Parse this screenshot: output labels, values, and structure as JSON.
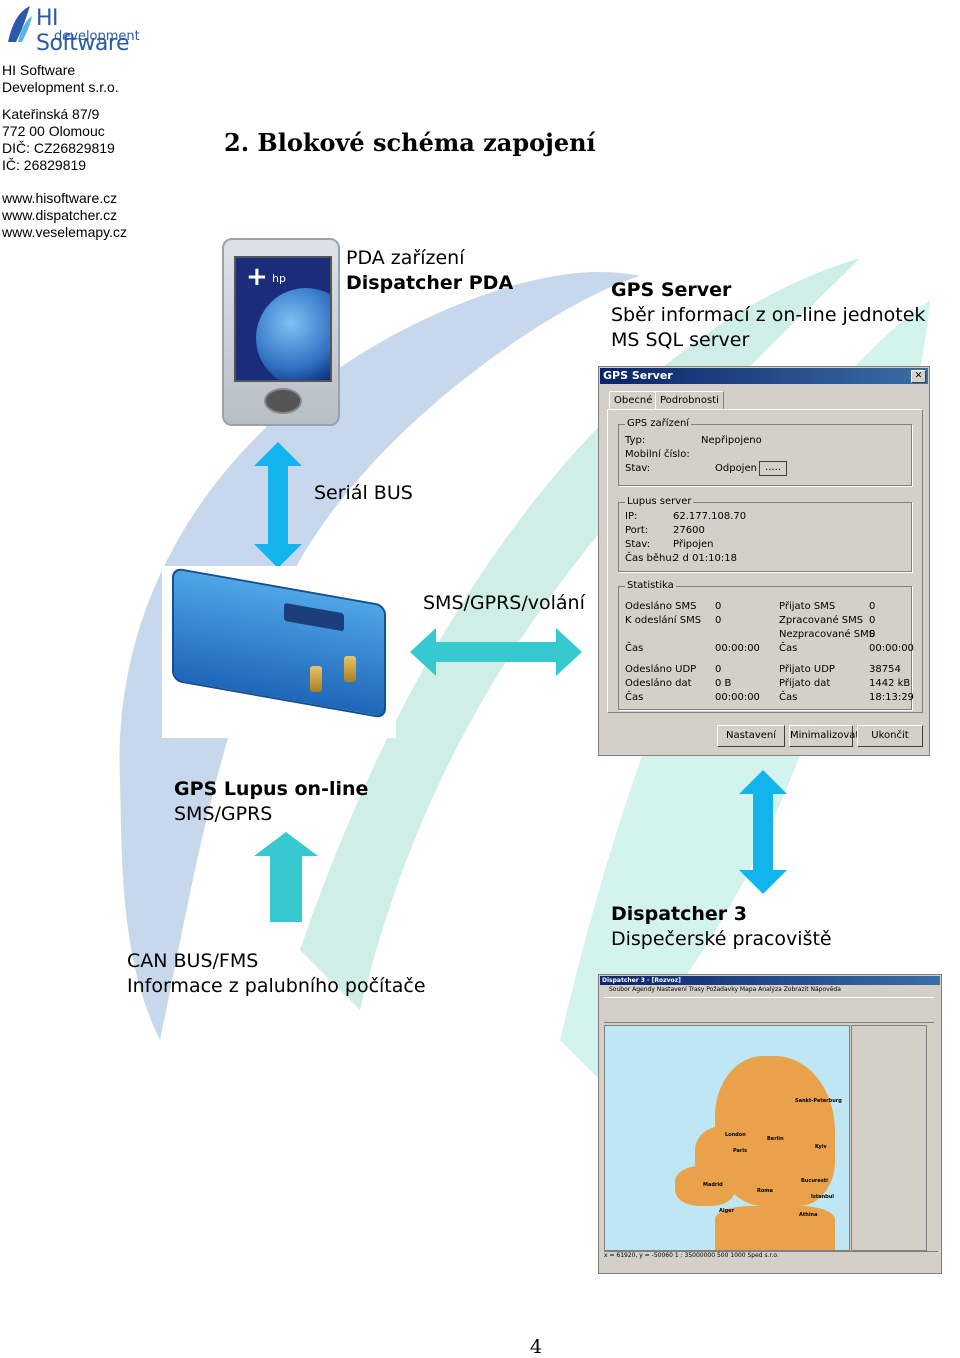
{
  "logo": {
    "line1": "HI Software",
    "line2": "development"
  },
  "company": {
    "name_line1": "HI Software",
    "name_line2": "Development s.r.o.",
    "street": "Kateřinská 87/9",
    "city": "772 00 Olomouc",
    "dic": "DIČ: CZ26829819",
    "ic": "IČ: 26829819",
    "web1": "www.hisoftware.cz",
    "web2": "www.dispatcher.cz",
    "web3": "www.veselemapy.cz"
  },
  "heading": "2. Blokové schéma zapojení",
  "pda": {
    "line1": "PDA zařízení",
    "line2": "Dispatcher PDA",
    "screen_brand": "hp"
  },
  "gps_server": {
    "title": "GPS Server",
    "line2": "Sběr informací z on-line jednotek",
    "line3": "MS SQL server"
  },
  "serial_bus": "Seriál BUS",
  "sms_link": "SMS/GPRS/volání",
  "lupus": {
    "title": "GPS Lupus on-line",
    "subtitle": "SMS/GPRS"
  },
  "canbus": {
    "line1": "CAN BUS/FMS",
    "line2": "Informace z palubního počítače"
  },
  "dispatcher": {
    "title": "Dispatcher 3",
    "subtitle": "Dispečerské pracoviště"
  },
  "dialog": {
    "title": "GPS Server",
    "close": "✕",
    "tabs": [
      "Obecné",
      "Podrobnosti"
    ],
    "gps_group": {
      "title": "GPS zařízení",
      "rows": [
        {
          "label": "Typ:",
          "value": "Nepřipojeno"
        },
        {
          "label": "Mobilní číslo:",
          "value": ""
        },
        {
          "label": "Stav:",
          "value": "Odpojen"
        }
      ],
      "button": "....."
    },
    "lupus_group": {
      "title": "Lupus server",
      "rows": [
        {
          "label": "IP:",
          "value": "62.177.108.70"
        },
        {
          "label": "Port:",
          "value": "27600"
        },
        {
          "label": "Stav:",
          "value": "Připojen"
        },
        {
          "label": "Čas běhu:",
          "value": "2 d 01:10:18"
        }
      ]
    },
    "stats_group": {
      "title": "Statistika",
      "left": [
        {
          "label": "Odesláno SMS",
          "value": "0"
        },
        {
          "label": "K odeslání SMS",
          "value": "0"
        },
        {
          "label": "Čas",
          "value": "00:00:00"
        },
        {
          "label": "Odesláno UDP",
          "value": "0"
        },
        {
          "label": "Odesláno dat",
          "value": "0 B"
        },
        {
          "label": "Čas",
          "value": "00:00:00"
        }
      ],
      "right": [
        {
          "label": "Přijato SMS",
          "value": "0"
        },
        {
          "label": "Zpracované SMS",
          "value": "0"
        },
        {
          "label": "Nezpracované SMS",
          "value": "0"
        },
        {
          "label": "Čas",
          "value": "00:00:00"
        },
        {
          "label": "Přijato UDP",
          "value": "38754"
        },
        {
          "label": "Přijato dat",
          "value": "1442 kB"
        },
        {
          "label": "Čas",
          "value": "18:13:29"
        }
      ]
    },
    "buttons": [
      "Nastavení",
      "Minimalizovat",
      "Ukončit"
    ]
  },
  "disp_window": {
    "title": "Dispatcher 3 - [Rozvoz]",
    "menu": "Soubor   Agendy   Nastavení   Trasy   Požadavky   Mapa   Analýza   Zobrazit   Nápověda",
    "cities": [
      "Sankt-Peterburg",
      "London",
      "Berlin",
      "Kyiv",
      "Paris",
      "Bucuresti",
      "Madrid",
      "Roma",
      "Istanbul",
      "Alger",
      "Athina"
    ],
    "status": "x = 61920, y = -50060   1 : 35000000   500   1000   Sped s.r.o."
  },
  "page_number": "4"
}
